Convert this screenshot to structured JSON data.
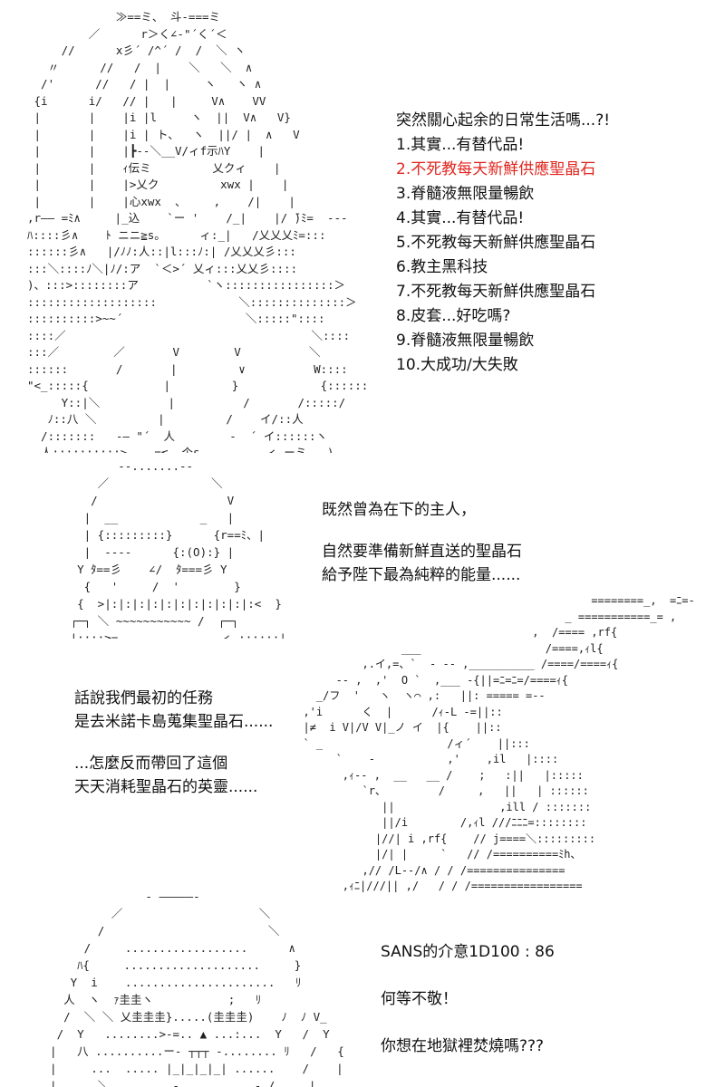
{
  "menu": {
    "title": "突然關心起余的日常生活嗎...?!",
    "options": [
      "1.其實...有替代品!",
      "2.不死教每天新鮮供應聖晶石",
      "3.脊髓液無限量暢飲",
      "4.其實...有替代品!",
      "5.不死教每天新鮮供應聖晶石",
      "6.教主黑科技",
      "7.不死教每天新鮮供應聖晶石",
      "8.皮套...好吃嗎?",
      "9.脊髓液無限量暢飲",
      "10.大成功/大失敗"
    ],
    "highlight_color": "#e0261f"
  },
  "narration_1": {
    "line1": "既然曾為在下的主人，",
    "line2": "自然要準備新鮮直送的聖晶石",
    "line3": "給予陛下最為純粹的能量......"
  },
  "narration_2": {
    "line1": "話說我們最初的任務",
    "line2": "是去米諾卡島蒐集聖晶石......",
    "line3": "...怎麼反而帶回了這個",
    "line4": "天天消耗聖晶石的英靈......"
  },
  "narration_3": {
    "line1": "SANS的介意1D100 : 86",
    "line2": "何等不敬！",
    "line3": "你想在地獄裡焚燒嗎???"
  }
}
